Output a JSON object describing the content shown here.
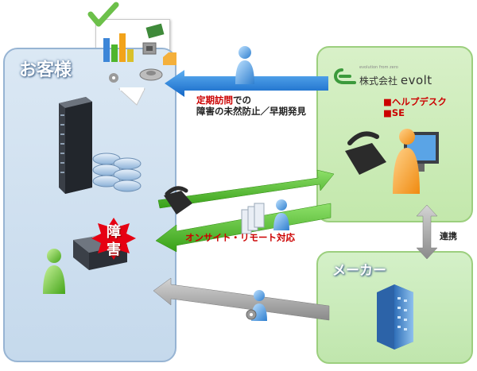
{
  "customer": {
    "title": "お客様"
  },
  "maker": {
    "title": "メーカー"
  },
  "company": {
    "name_jp": "株式会社",
    "name_en": "evolt",
    "tagline": "evolution from zero"
  },
  "roles": [
    "■ヘルプデスク",
    "■SE"
  ],
  "periodic_visit": {
    "red": "定期訪問",
    "black1": "での",
    "black2": "障害の未然防止／早期発見"
  },
  "onsite_remote": "オンサイト・リモート対応",
  "cooperation": "連携",
  "incident": {
    "line1": "障",
    "line2": "害"
  },
  "colors": {
    "customer_panel": "#c5d9ec",
    "evolt_panel": "#c3e8ac",
    "blue_arrow": "#1f84dc",
    "green_arrow": "#4fb52c",
    "gray_arrow": "#8f8f8f",
    "incident_burst": "#e60012"
  }
}
